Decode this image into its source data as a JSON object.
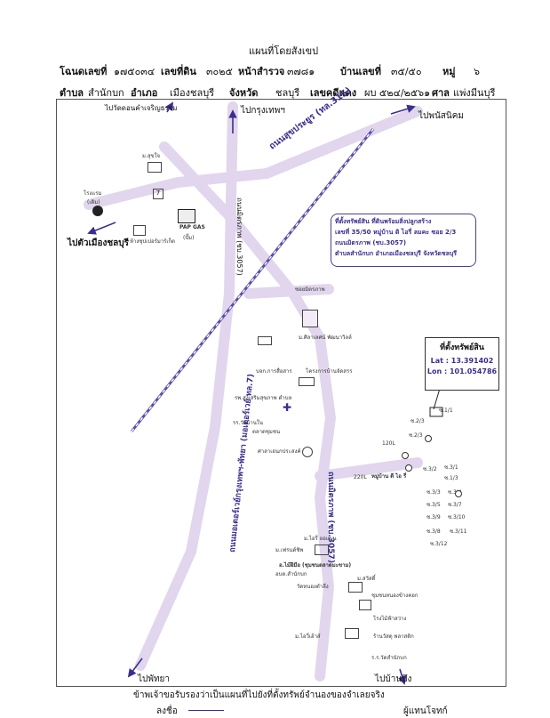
{
  "title": "แผนที่โดยสังเขป",
  "header": {
    "row1": [
      {
        "label": "โฉนดเลขที่",
        "value": "๑๗๕๐๓๔"
      },
      {
        "label": "เลขที่ดิน",
        "value": "๓๐๒๕"
      },
      {
        "label": "หน้าสำรวจ",
        "value": "๓๗๘๑"
      },
      {
        "label": "บ้านเลขที่",
        "value": "๓๕/๕๐"
      },
      {
        "label": "หมู่",
        "value": "๖"
      }
    ],
    "row2": [
      {
        "label": "ตำบล",
        "value": "สำนักบก"
      },
      {
        "label": "อำเภอ",
        "value": "เมืองชลบุรี"
      },
      {
        "label": "จังหวัด",
        "value": "ชลบุรี"
      },
      {
        "label": "เลขคดีแดง",
        "value": "ผบ ๕๒๔/๒๕๖๑"
      },
      {
        "label": "ศาล",
        "value": "แพ่งมีนบุรี"
      }
    ]
  },
  "map": {
    "directions": {
      "to_wat": "ไปวัดดอนคำเจริญธรรม",
      "to_bangkok": "ไปกรุงเทพฯ",
      "to_phanat": "ไปพนัสนิคม",
      "to_chonburi": "ไปตัวเมืองชลบุรี",
      "to_pattaya": "ไปพัทยา",
      "to_ban_bueng": "ไปบ้านบึง"
    },
    "roads": {
      "sukprayoon": "ถนนสุขประยูร (ทล.315)",
      "mittraphap_top": "ถนนมิตรภาพ (ชบ.3057)",
      "mittraphap_bottom": "ถนนมิตรภาพ (ชบ.3057)",
      "motorway": "ถนนมอเตอร์เวย์กรุงเทพฯ-พัทยา (มอเตอร์เวย์ ทล.7)",
      "soi": "ซอยมิตรภาพ"
    },
    "landmarks": {
      "l1": "ม.สุขใจ",
      "l2": "โรงแรม",
      "l3": "(เดิม)",
      "l4": "PAP GAS",
      "l5": "(ปั๊ม)",
      "l6": "ห้างซุปเปอร์มาร์เก็ต",
      "l7": "ม.ศิลาเลศน์ พัฒนาวิลล์",
      "l8": "โครงการบ้านจัดสรร",
      "l9": "บจก.การสื่อสาร",
      "l10": "รพ.ส่งเสริมสุขภาพ ตำบล",
      "l11": "รร.วัดบ้านใน",
      "l12": "ตลาดชุมชน",
      "l13": "ศาลาเอนกประสงค์",
      "l14": "หมู่บ้าน ดี ไอ รี่",
      "l15": "ม.ไอรี่ ออแบน",
      "l16": "ม.เฟรนด์ชิพ",
      "l17": "อ.ไม้ฝีมือ (ชุมชนตลาดมะขาม)",
      "l18": "อบต.สำนักบก",
      "l19": "วัดหนองตำลึง",
      "l20": "ม.สวัสดิ์",
      "l21": "ชุมชนหนองข้างคอก",
      "l22": "โรงไม้ฟ้าสว่าง",
      "l23": "ม.ไอวี่เฮ้าส์",
      "l24": "ร้านวัสดุ พลาสติก",
      "l25": "ร.ร.วัดสำนักบก"
    },
    "callout": {
      "line1": "ที่ตั้งทรัพย์สิน ที่ดินพร้อมสิ่งปลูกสร้าง",
      "line2": "เลขที่ 35/50 หมู่บ้าน ดิ ไอรี่ ลมคะ ซอย 2/3",
      "line3": "ถนนมิตรภาพ (ชบ.3057)",
      "line4": "ตำบลสำนักบก อำเภอเมืองชลบุรี จังหวัดชลบุรี"
    },
    "coordinates": {
      "title": "ที่ตั้งทรัพย์สิน",
      "lat": "Lat : 13.391402",
      "lon": "Lon : 101.054786"
    },
    "plots": [
      "ซ.1/1",
      "ซ.2/3",
      "ซ.2/3",
      "ซ.3/2",
      "ซ.3/1",
      "ซ.1/3",
      "ซ.3/3",
      "ซ.3/4",
      "ซ.3/5",
      "ซ.3/7",
      "ซ.3/9",
      "ซ.3/10",
      "ซ.3/8",
      "ซ.3/12",
      "ซ.3/11",
      "220L",
      "120L"
    ]
  },
  "footer": {
    "statement": "ข้าพเจ้าขอรับรองว่าเป็นแผนที่ไปยังที่ตั้งทรัพย์จำนองของจำเลยจริง",
    "sign_label": "ลงชื่อ",
    "signer": "ผู้แทนโจทก์"
  },
  "colors": {
    "road": "#c9b8de",
    "arrow": "#3a2f8e",
    "rail": "#5b4ea8"
  }
}
